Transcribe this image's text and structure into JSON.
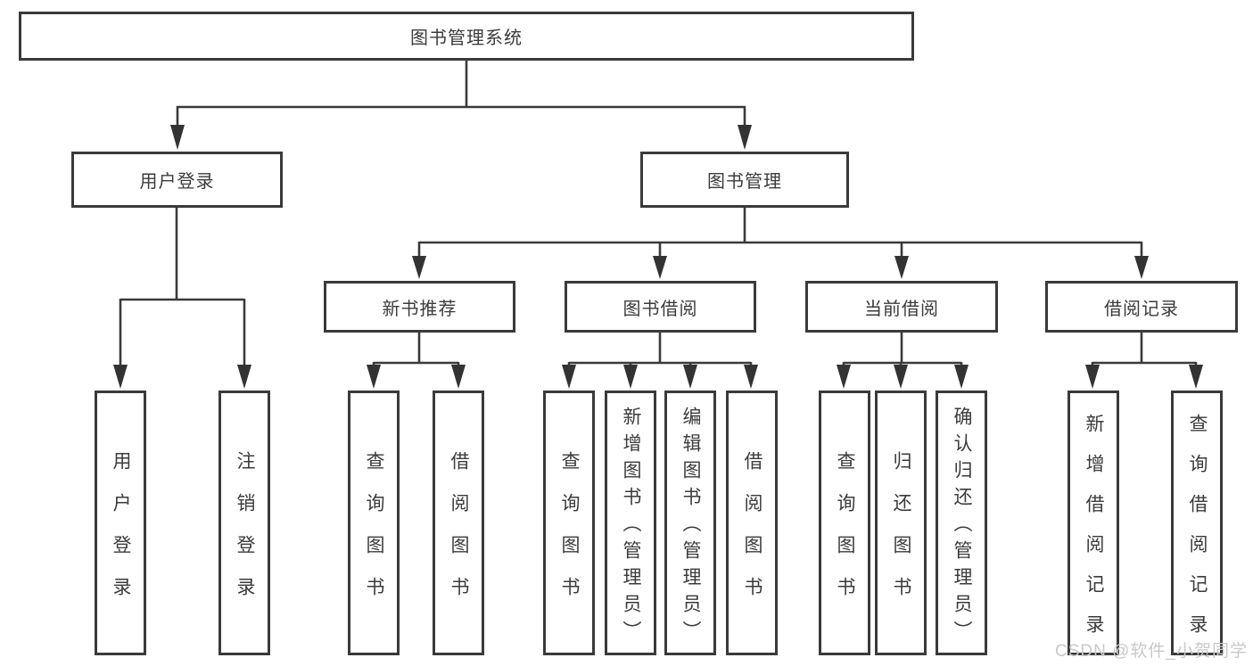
{
  "diagram": {
    "nodes": {
      "root": "图书管理系统",
      "user_login": "用户登录",
      "book_mgmt": "图书管理",
      "new_book_rec": "新书推荐",
      "book_borrow": "图书借阅",
      "current_borrow": "当前借阅",
      "borrow_record": "借阅记录",
      "leaf_user_login": "用户登录",
      "leaf_logout": "注销登录",
      "leaf_query_book_rec": "查询图书",
      "leaf_borrow_book_rec": "借阅图书",
      "leaf_query_book_borrow": "查询图书",
      "leaf_add_book": "新增图书（管理员）",
      "leaf_edit_book": "编辑图书（管理员）",
      "leaf_borrow_book": "借阅图书",
      "leaf_query_book_current": "查询图书",
      "leaf_return_book": "归还图书",
      "leaf_confirm_return": "确认归还（管理员）",
      "leaf_add_record": "新增借阅记录",
      "leaf_query_record": "查询借阅记录"
    },
    "watermark": "CSDN @软件_小贺同学",
    "colors": {
      "line": "#3a3a3a",
      "text": "#3b3b3b",
      "background": "#ffffff",
      "watermark": "#c9c9c9"
    }
  }
}
